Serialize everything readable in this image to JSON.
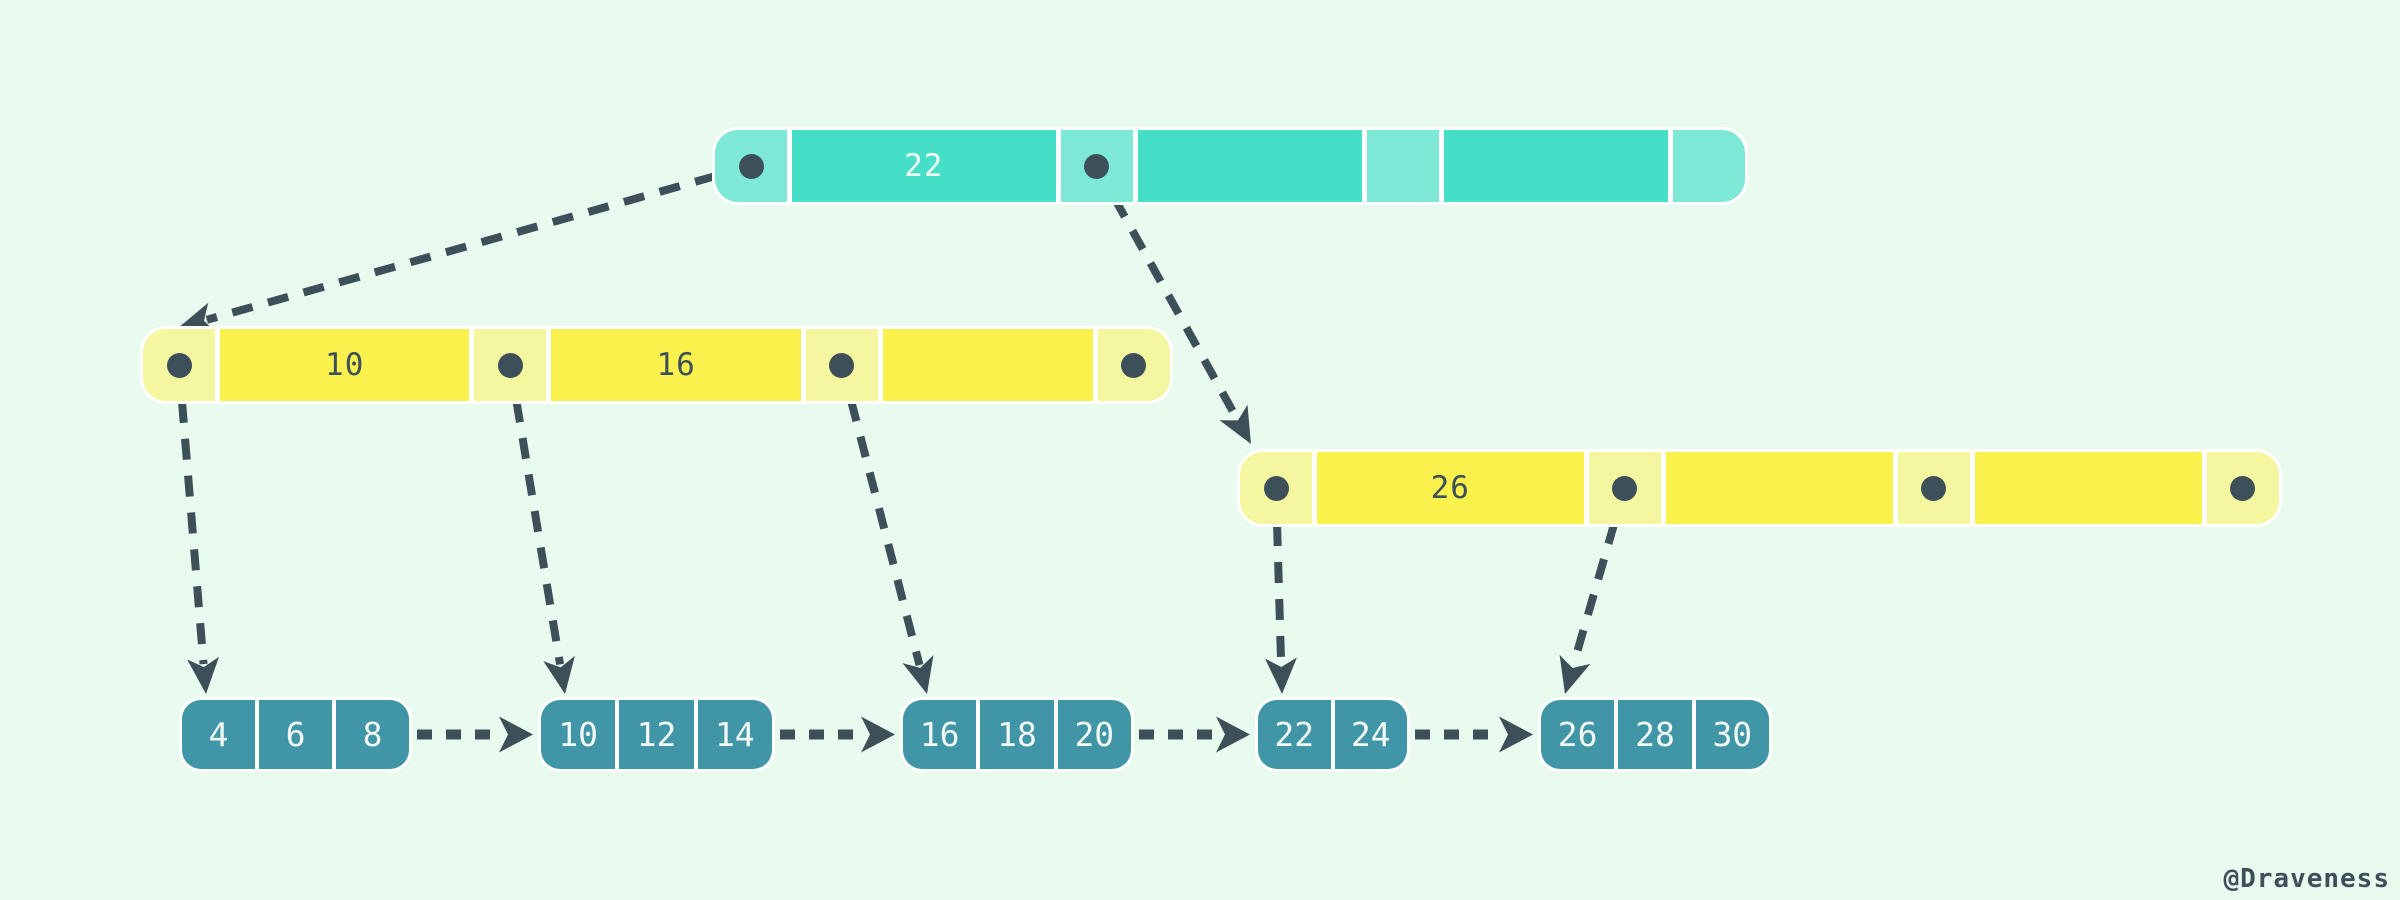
{
  "watermark": "@Draveness",
  "colors": {
    "background": "#E9FAEF",
    "teal_key": "#45DFC7",
    "teal_pointer": "#7DE8D5",
    "yellow_key": "#FAF14D",
    "yellow_pointer": "#F4F6A0",
    "leaf_cell": "#4096A7",
    "ink": "#3D5059",
    "light_text": "#F2F8F3",
    "separator": "#FFFFFF"
  },
  "diagram": {
    "type": "b-plus-tree",
    "internal_nodes": [
      {
        "id": "node-root",
        "palette": "teal",
        "keys": [
          "22",
          "",
          ""
        ],
        "pointer_dots": [
          true,
          true,
          false,
          false
        ]
      },
      {
        "id": "node-internal-left",
        "palette": "yellow",
        "keys": [
          "10",
          "16",
          ""
        ],
        "pointer_dots": [
          true,
          true,
          true,
          true
        ]
      },
      {
        "id": "node-internal-right",
        "palette": "yellow",
        "keys": [
          "26",
          "",
          ""
        ],
        "pointer_dots": [
          true,
          true,
          true,
          true
        ]
      }
    ],
    "leaf_nodes": [
      {
        "id": "leaf-0",
        "values": [
          "4",
          "6",
          "8"
        ]
      },
      {
        "id": "leaf-1",
        "values": [
          "10",
          "12",
          "14"
        ]
      },
      {
        "id": "leaf-2",
        "values": [
          "16",
          "18",
          "20"
        ]
      },
      {
        "id": "leaf-3",
        "values": [
          "22",
          "24"
        ]
      },
      {
        "id": "leaf-4",
        "values": [
          "26",
          "28",
          "30"
        ]
      }
    ],
    "connections": [
      {
        "from": "node-root-ptr-0",
        "from_anchor": "center",
        "to": "node-internal-left",
        "to_anchor": "top-left",
        "style": "thin"
      },
      {
        "from": "node-root-ptr-1",
        "from_anchor": "center",
        "to": "node-internal-right",
        "to_anchor": "top-outer-left",
        "style": "thin"
      },
      {
        "from": "node-internal-left-ptr-0",
        "from_anchor": "center",
        "to": "leaf-0",
        "to_anchor": "top-entry",
        "style": "thin"
      },
      {
        "from": "node-internal-left-ptr-1",
        "from_anchor": "center",
        "to": "leaf-1",
        "to_anchor": "top-entry",
        "style": "thin"
      },
      {
        "from": "node-internal-left-ptr-2",
        "from_anchor": "center",
        "to": "leaf-2",
        "to_anchor": "top-entry",
        "style": "thin"
      },
      {
        "from": "node-internal-right-ptr-0",
        "from_anchor": "center",
        "to": "leaf-3",
        "to_anchor": "top-entry",
        "style": "thin"
      },
      {
        "from": "node-internal-right-ptr-1",
        "from_anchor": "center",
        "to": "leaf-4",
        "to_anchor": "top-entry",
        "style": "thin"
      },
      {
        "from": "leaf-0",
        "from_anchor": "right-mid",
        "to": "leaf-1",
        "to_anchor": "left-mid",
        "style": "thick"
      },
      {
        "from": "leaf-1",
        "from_anchor": "right-mid",
        "to": "leaf-2",
        "to_anchor": "left-mid",
        "style": "thick"
      },
      {
        "from": "leaf-2",
        "from_anchor": "right-mid",
        "to": "leaf-3",
        "to_anchor": "left-mid",
        "style": "thick"
      },
      {
        "from": "leaf-3",
        "from_anchor": "right-mid",
        "to": "leaf-4",
        "to_anchor": "left-mid",
        "style": "thick"
      }
    ]
  }
}
